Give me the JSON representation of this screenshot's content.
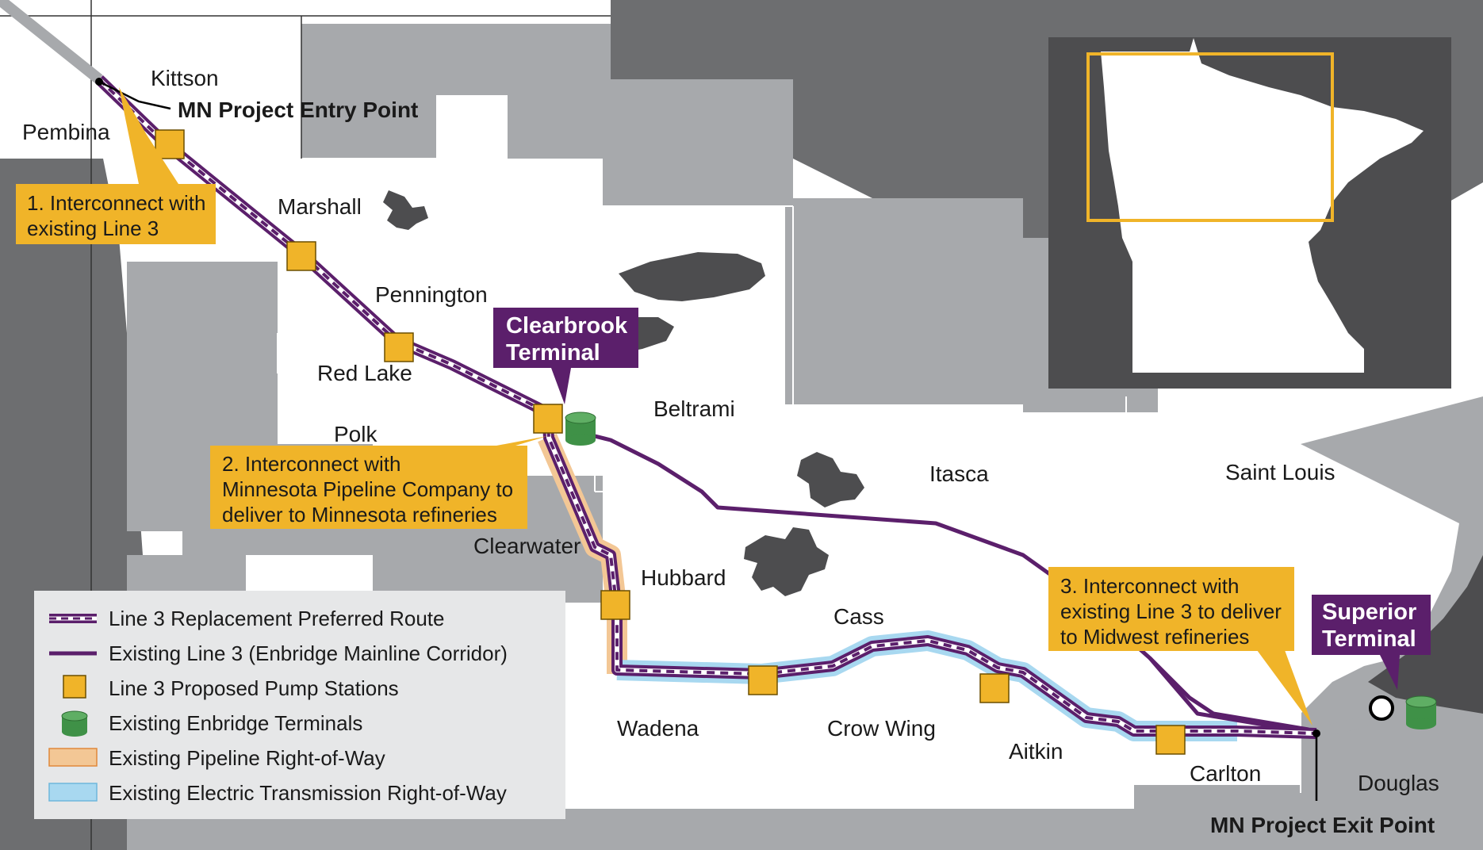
{
  "counties": {
    "kittson": "Kittson",
    "pembina": "Pembina",
    "marshall": "Marshall",
    "pennington": "Pennington",
    "red_lake": "Red Lake",
    "polk": "Polk",
    "beltrami": "Beltrami",
    "clearwater": "Clearwater",
    "hubbard": "Hubbard",
    "itasca": "Itasca",
    "saint_louis": "Saint Louis",
    "cass": "Cass",
    "wadena": "Wadena",
    "crow_wing": "Crow Wing",
    "aitkin": "Aitkin",
    "carlton": "Carlton",
    "douglas": "Douglas"
  },
  "points": {
    "entry": "MN Project Entry Point",
    "exit": "MN Project Exit Point"
  },
  "terminals": {
    "clearbrook": [
      "Clearbrook",
      "Terminal"
    ],
    "superior": [
      "Superior",
      "Terminal"
    ]
  },
  "callouts": {
    "c1": [
      "1. Interconnect with",
      "existing Line 3"
    ],
    "c2": [
      "2. Interconnect with",
      "Minnesota Pipeline Company to",
      "deliver to Minnesota refineries"
    ],
    "c3": [
      "3. Interconnect with",
      "existing Line 3 to deliver",
      "to Midwest refineries"
    ]
  },
  "legend": [
    {
      "icon": "preferred-route-icon",
      "label": "Line 3 Replacement Preferred Route"
    },
    {
      "icon": "existing-line-icon",
      "label": "Existing Line 3 (Enbridge Mainline Corridor)"
    },
    {
      "icon": "pump-station-icon",
      "label": "Line 3 Proposed Pump Stations"
    },
    {
      "icon": "terminal-icon",
      "label": "Existing Enbridge Terminals"
    },
    {
      "icon": "pipeline-row-icon",
      "label": "Existing Pipeline Right-of-Way"
    },
    {
      "icon": "electric-row-icon",
      "label": "Existing Electric Transmission Right-of-Way"
    }
  ],
  "colors": {
    "route": "#5b1f6b",
    "pump": "#f0b429",
    "terminal": "#3f9147",
    "pipeline_row": "#f3c795",
    "electric_row": "#a8d8f0",
    "outside": "#6d6e70",
    "neighbor": "#a7a9ac",
    "lake": "#4d4d4f"
  }
}
